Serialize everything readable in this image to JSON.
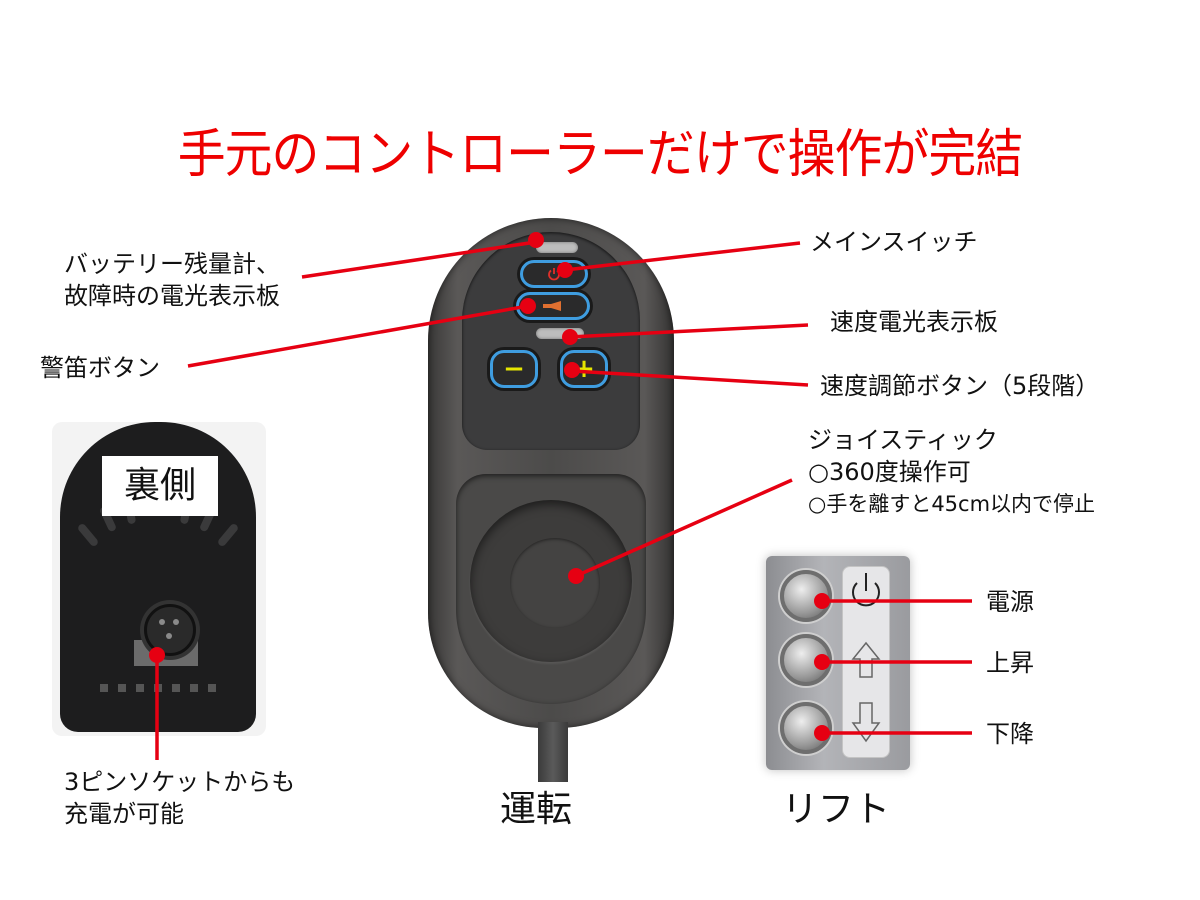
{
  "title": "手元のコントローラーだけで操作が完結",
  "colors": {
    "title": "#ee0000",
    "callout_line": "#e60012",
    "button_outline": "#3f9de0",
    "controller_body": "#4c4b4a",
    "power_icon": "#e0302a",
    "plus_minus_icon": "#e6e600"
  },
  "main_controller": {
    "caption": "運転",
    "callouts": {
      "battery_display": [
        "バッテリー残量計、",
        "故障時の電光表示板"
      ],
      "horn_button": "警笛ボタン",
      "main_switch": "メインスイッチ",
      "speed_display": "速度電光表示板",
      "speed_buttons": "速度調節ボタン（5段階）",
      "joystick": [
        "ジョイスティック",
        "○360度操作可",
        "○手を離すと45cm以内で停止"
      ]
    },
    "buttons": {
      "power_icon": "power-icon",
      "horn_icon": "horn-icon",
      "minus_glyph": "−",
      "plus_glyph": "+"
    }
  },
  "back_view": {
    "tag": "裏側",
    "callout": [
      "3ピンソケットからも",
      "充電が可能"
    ]
  },
  "lift": {
    "caption": "リフト",
    "callouts": {
      "power": "電源",
      "up": "上昇",
      "down": "下降"
    },
    "icons": [
      "power-icon",
      "arrow-up-icon",
      "arrow-down-icon"
    ]
  }
}
